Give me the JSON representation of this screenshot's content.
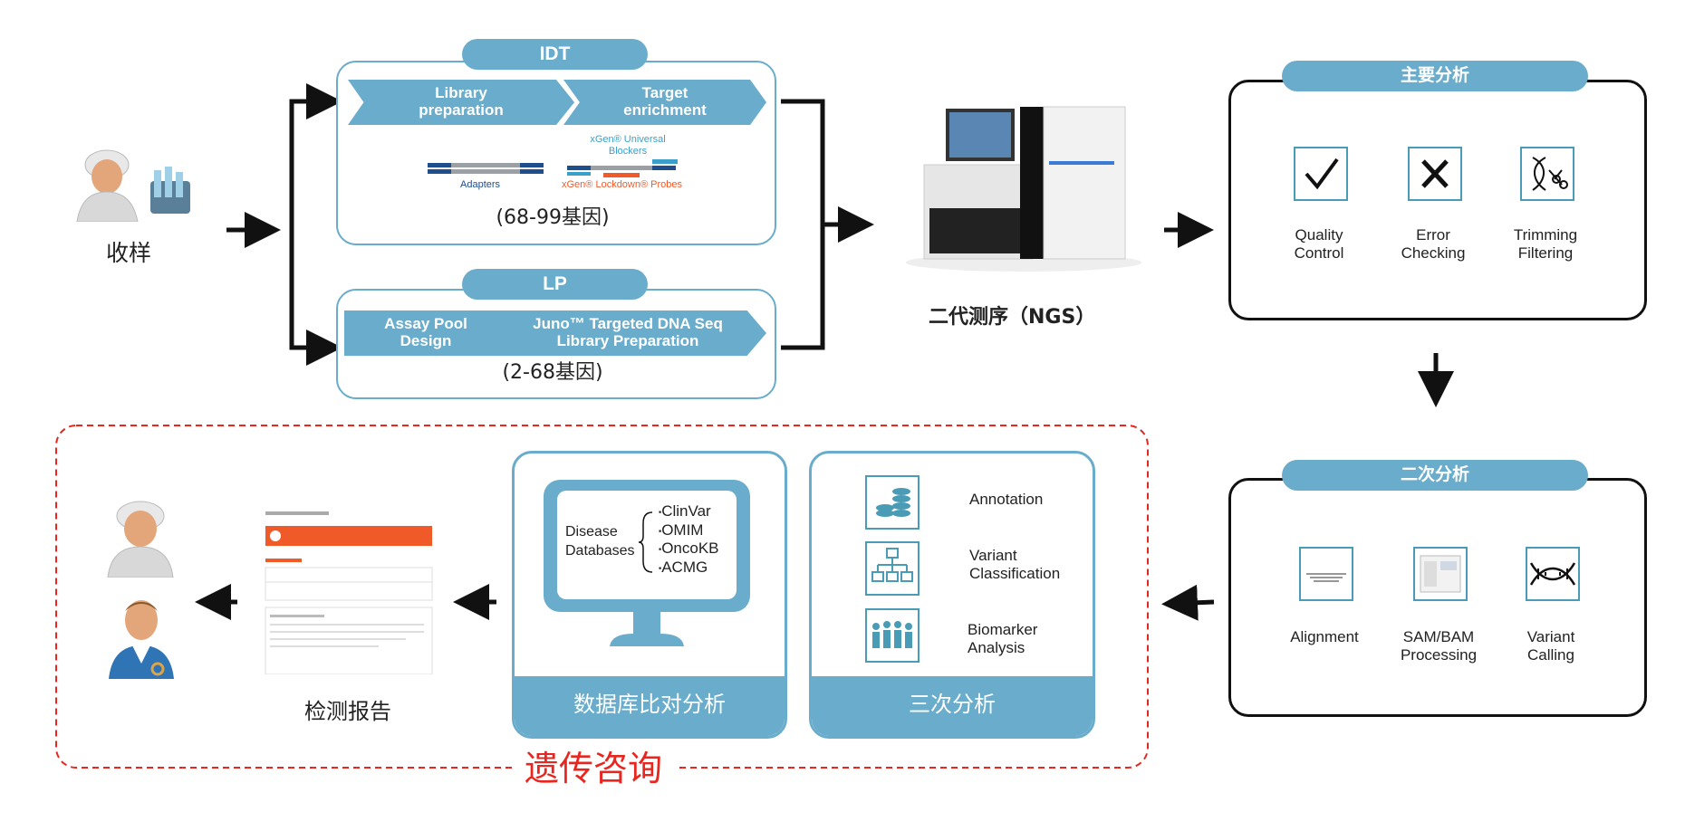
{
  "sample": {
    "label": "收样"
  },
  "idt": {
    "header": "IDT",
    "step1": "Library\npreparation",
    "step2": "Target\nenrichment",
    "blockers": "xGen® Universal\nBlockers",
    "adapters": "Adapters",
    "probes": "xGen® Lockdown® Probes",
    "genes": "(68-99基因)"
  },
  "lp": {
    "header": "LP",
    "step1": "Assay Pool\nDesign",
    "step2": "Juno™ Targeted DNA Seq\nLibrary Preparation",
    "genes": "(2-68基因)"
  },
  "ngs": {
    "label": "二代测序（NGS）"
  },
  "primary": {
    "header": "主要分析",
    "items": [
      "Quality\nControl",
      "Error\nChecking",
      "Trimming\nFiltering"
    ],
    "icons": [
      "checkmark-icon",
      "x-mark-icon",
      "dna-scissors-icon"
    ]
  },
  "secondary": {
    "header": "二次分析",
    "items": [
      "Alignment",
      "SAM/BAM\nProcessing",
      "Variant\nCalling"
    ],
    "icons": [
      "alignment-icon",
      "bam-processing-icon",
      "dna-helix-icon"
    ]
  },
  "tertiary": {
    "footer": "三次分析",
    "items": [
      "Annotation",
      "Variant\nClassification",
      "Biomarker\nAnalysis"
    ],
    "icons": [
      "coin-stack-icon",
      "hierarchy-icon",
      "people-group-icon"
    ]
  },
  "database": {
    "footer": "数据库比对分析",
    "left": "Disease\nDatabases",
    "list": [
      "ClinVar",
      "OMIM",
      "OncoKB",
      "ACMG"
    ]
  },
  "report": {
    "label": "检测报告"
  },
  "counseling": {
    "label": "遗传咨询"
  },
  "colors": {
    "teal": "#6aaccb",
    "red": "#e8261f",
    "orange": "#f05a28",
    "navy": "#1f4e8c"
  }
}
